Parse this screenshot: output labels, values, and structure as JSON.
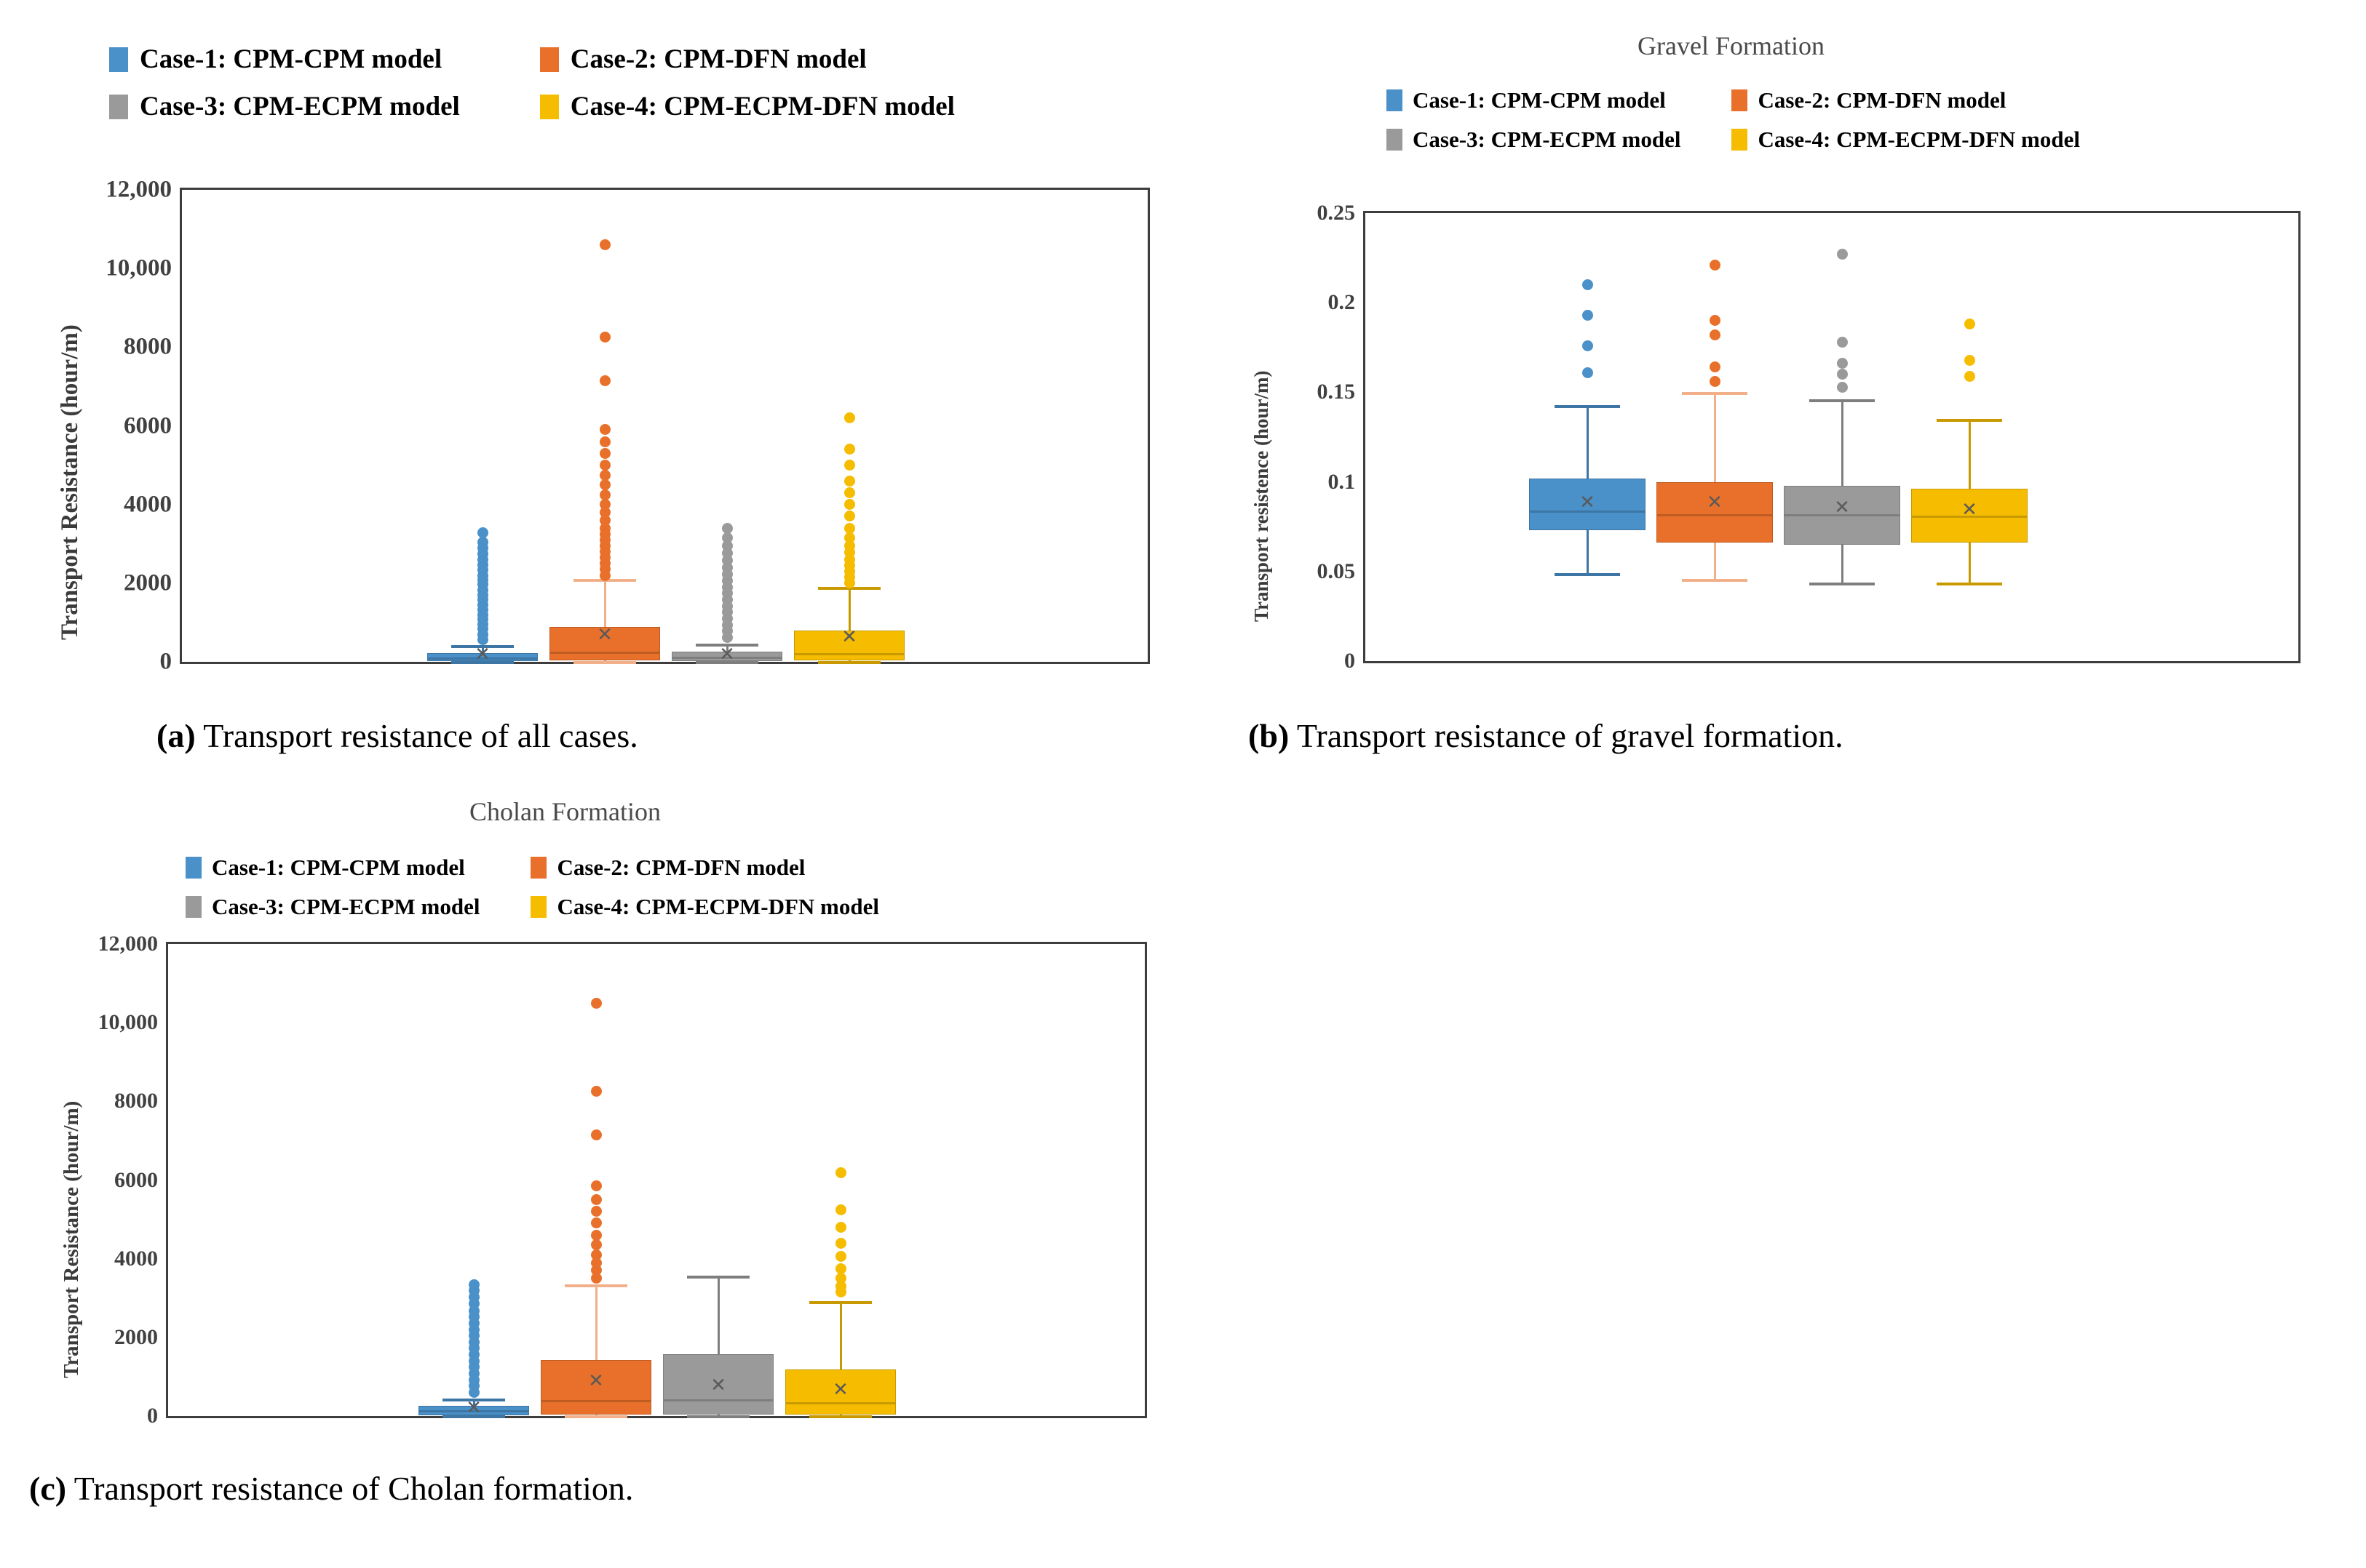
{
  "legend": {
    "items": [
      {
        "label": "Case-1: CPM-CPM model",
        "color": "#4a90c9"
      },
      {
        "label": "Case-2: CPM-DFN model",
        "color": "#e8702a"
      },
      {
        "label": "Case-3: CPM-ECPM model",
        "color": "#9a9a9a"
      },
      {
        "label": "Case-4: CPM-ECPM-DFN model",
        "color": "#f5bc00"
      }
    ]
  },
  "captions": {
    "a_tag": "(a)",
    "a_text": " Transport resistance of all cases.",
    "b_tag": "(b)",
    "b_text": " Transport resistance of gravel formation.",
    "c_tag": "(c)",
    "c_text": " Transport resistance of Cholan formation."
  },
  "chart_data": [
    {
      "id": "panel-a",
      "type": "box",
      "title": "",
      "xlabel": "",
      "ylabel": "Transport Resistance (hour/m)",
      "ylim": [
        0,
        12000
      ],
      "yticks": [
        0,
        2000,
        4000,
        6000,
        8000,
        10000,
        12000
      ],
      "ytick_labels": [
        "0",
        "2000",
        "4000",
        "6000",
        "8000",
        "10,000",
        "12,000"
      ],
      "grid": false,
      "legend_position": "above-left",
      "categories": [
        "Case-1: CPM-CPM model",
        "Case-2: CPM-DFN model",
        "Case-3: CPM-ECPM model",
        "Case-4: CPM-ECPM-DFN model"
      ],
      "series": [
        {
          "name": "Case-1: CPM-CPM model",
          "color": "#4a90c9",
          "q1": 20,
          "median": 120,
          "q3": 230,
          "mean": 200,
          "whisker_low": 10,
          "whisker_high": 430,
          "outliers": [
            560,
            700,
            840,
            960,
            1080,
            1200,
            1320,
            1450,
            1580,
            1700,
            1830,
            1960,
            2080,
            2200,
            2340,
            2470,
            2600,
            2740,
            2900,
            3050,
            3290
          ]
        },
        {
          "name": "Case-2: CPM-DFN model",
          "color": "#e8702a",
          "q1": 30,
          "median": 250,
          "q3": 880,
          "mean": 700,
          "whisker_low": 10,
          "whisker_high": 2100,
          "outliers": [
            2200,
            2350,
            2500,
            2650,
            2800,
            2950,
            3100,
            3250,
            3400,
            3600,
            3800,
            4000,
            4250,
            4500,
            4750,
            5000,
            5300,
            5600,
            5900,
            7150,
            8250,
            10600
          ]
        },
        {
          "name": "Case-3: CPM-ECPM model",
          "color": "#9a9a9a",
          "q1": 20,
          "median": 130,
          "q3": 250,
          "mean": 210,
          "whisker_low": 10,
          "whisker_high": 470,
          "outliers": [
            620,
            780,
            940,
            1100,
            1260,
            1420,
            1580,
            1740,
            1900,
            2060,
            2220,
            2400,
            2580,
            2760,
            2950,
            3150,
            3400
          ]
        },
        {
          "name": "Case-4: CPM-ECPM-DFN model",
          "color": "#f5bc00",
          "q1": 30,
          "median": 230,
          "q3": 790,
          "mean": 640,
          "whisker_low": 10,
          "whisker_high": 1900,
          "outliers": [
            2000,
            2150,
            2300,
            2450,
            2600,
            2780,
            2950,
            3150,
            3400,
            3700,
            4000,
            4300,
            4600,
            5000,
            5400,
            6200
          ]
        }
      ]
    },
    {
      "id": "panel-b",
      "type": "box",
      "title": "Gravel Formation",
      "xlabel": "",
      "ylabel": "Transport resistence (hour/m)",
      "ylim": [
        0,
        0.25
      ],
      "yticks": [
        0,
        0.05,
        0.1,
        0.15,
        0.2,
        0.25
      ],
      "ytick_labels": [
        "0",
        "0.05",
        "0.1",
        "0.15",
        "0.2",
        "0.25"
      ],
      "grid": false,
      "legend_position": "above",
      "categories": [
        "Case-1: CPM-CPM model",
        "Case-2: CPM-DFN model",
        "Case-3: CPM-ECPM model",
        "Case-4: CPM-ECPM-DFN model"
      ],
      "series": [
        {
          "name": "Case-1: CPM-CPM model",
          "color": "#4a90c9",
          "q1": 0.073,
          "median": 0.084,
          "q3": 0.102,
          "mean": 0.089,
          "whisker_low": 0.049,
          "whisker_high": 0.143,
          "outliers": [
            0.161,
            0.176,
            0.193,
            0.21
          ]
        },
        {
          "name": "Case-2: CPM-DFN model",
          "color": "#e8702a",
          "q1": 0.066,
          "median": 0.082,
          "q3": 0.1,
          "mean": 0.089,
          "whisker_low": 0.046,
          "whisker_high": 0.15,
          "outliers": [
            0.156,
            0.164,
            0.182,
            0.19,
            0.221
          ]
        },
        {
          "name": "Case-3: CPM-ECPM model",
          "color": "#9a9a9a",
          "q1": 0.065,
          "median": 0.082,
          "q3": 0.098,
          "mean": 0.086,
          "whisker_low": 0.044,
          "whisker_high": 0.146,
          "outliers": [
            0.153,
            0.16,
            0.166,
            0.178,
            0.227
          ]
        },
        {
          "name": "Case-4: CPM-ECPM-DFN model",
          "color": "#f5bc00",
          "q1": 0.066,
          "median": 0.081,
          "q3": 0.096,
          "mean": 0.085,
          "whisker_low": 0.044,
          "whisker_high": 0.135,
          "outliers": [
            0.159,
            0.168,
            0.188
          ]
        }
      ]
    },
    {
      "id": "panel-c",
      "type": "box",
      "title": "Cholan Formation",
      "xlabel": "",
      "ylabel": "Transport Resistance (hour/m)",
      "ylim": [
        0,
        12000
      ],
      "yticks": [
        0,
        2000,
        4000,
        6000,
        8000,
        10000,
        12000
      ],
      "ytick_labels": [
        "0",
        "2000",
        "4000",
        "6000",
        "8000",
        "10,000",
        "12,000"
      ],
      "grid": false,
      "legend_position": "above",
      "categories": [
        "Case-1: CPM-CPM model",
        "Case-2: CPM-DFN model",
        "Case-3: CPM-ECPM model",
        "Case-4: CPM-ECPM-DFN model"
      ],
      "series": [
        {
          "name": "Case-1: CPM-CPM model",
          "color": "#4a90c9",
          "q1": 20,
          "median": 140,
          "q3": 260,
          "mean": 220,
          "whisker_low": 10,
          "whisker_high": 450,
          "outliers": [
            600,
            760,
            920,
            1080,
            1240,
            1400,
            1560,
            1720,
            1880,
            2040,
            2200,
            2360,
            2520,
            2680,
            2850,
            3020,
            3190,
            3330
          ]
        },
        {
          "name": "Case-2: CPM-DFN model",
          "color": "#e8702a",
          "q1": 40,
          "median": 400,
          "q3": 1420,
          "mean": 900,
          "whisker_low": 10,
          "whisker_high": 3350,
          "outliers": [
            3500,
            3700,
            3900,
            4100,
            4350,
            4600,
            4900,
            5200,
            5500,
            5850,
            7150,
            8250,
            10500
          ]
        },
        {
          "name": "Case-3: CPM-ECPM model",
          "color": "#9a9a9a",
          "q1": 40,
          "median": 420,
          "q3": 1580,
          "mean": 800,
          "whisker_low": 10,
          "whisker_high": 3560,
          "outliers": []
        },
        {
          "name": "Case-4: CPM-ECPM-DFN model",
          "color": "#f5bc00",
          "q1": 30,
          "median": 350,
          "q3": 1180,
          "mean": 680,
          "whisker_low": 10,
          "whisker_high": 2920,
          "outliers": [
            3150,
            3300,
            3500,
            3750,
            4050,
            4400,
            4800,
            5250,
            6180
          ]
        }
      ]
    }
  ]
}
